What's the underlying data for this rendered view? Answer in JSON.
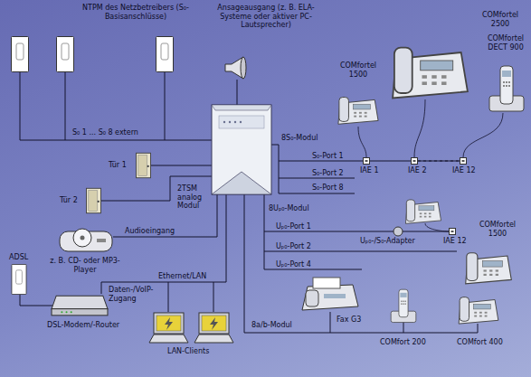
{
  "diagram": {
    "labels": [
      "NTPM des Netzbetreibers (S₀-Basisanschlüsse)",
      "Ansageausgang (z. B. ELA-Systeme oder aktiver PC-Lautsprecher)",
      "COMfortel 2500",
      "COMfortel 1500",
      "COMfortel DECT 900",
      "S₀ 1 ... S₀ 8 extern",
      "8S₀-Modul",
      "S₀-Port 1",
      "S₀-Port 2",
      "S₀-Port 8",
      "IAE 1",
      "IAE 2",
      "IAE 12",
      "Tür 1",
      "Tür 2",
      "2TSM analog Modul",
      "Audioeingang",
      "z. B. CD- oder MP3-Player",
      "8Uₚ₀-Modul",
      "Uₚ₀-Port 1",
      "Uₚ₀-Port 2",
      "Uₚ₀-Port 4",
      "Uₚ₀-/S₀-Adapter",
      "IAE 12",
      "COMfortel 1500",
      "ADSL",
      "Daten-/VoIP-Zugang",
      "Ethernet/LAN",
      "DSL-Modem/-Router",
      "LAN-Clients",
      "8a/b-Modul",
      "Fax G3",
      "COMfort 200",
      "COMfort 400"
    ]
  }
}
